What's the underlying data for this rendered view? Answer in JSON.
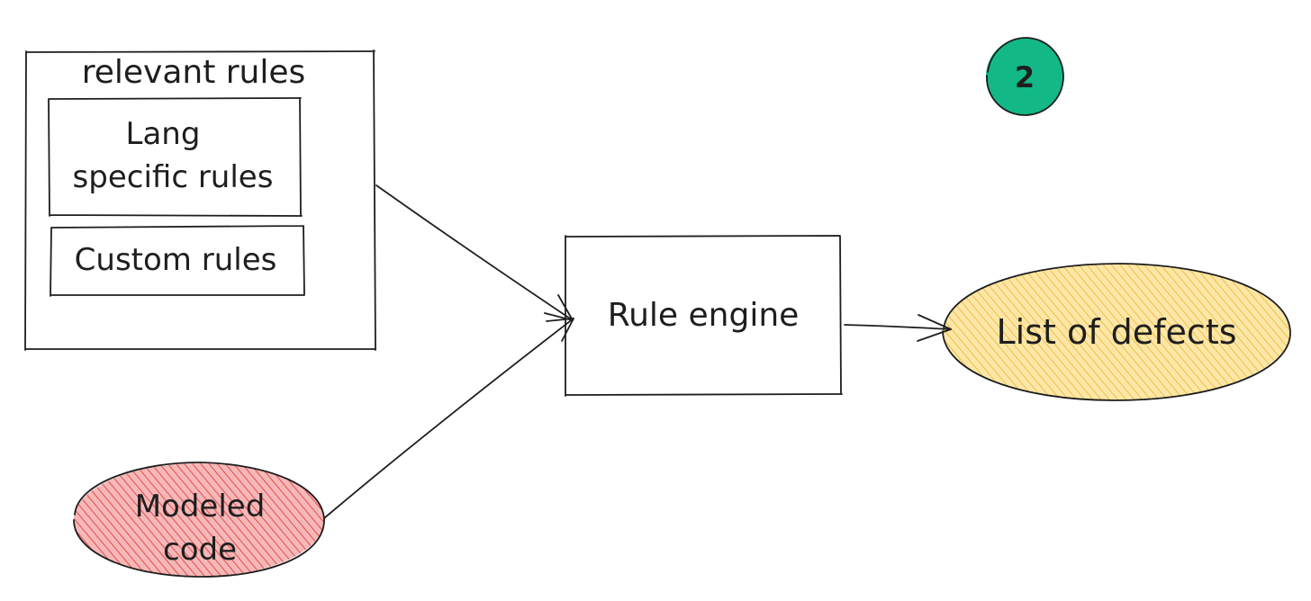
{
  "diagram": {
    "group": {
      "title": "relevant rules",
      "items": [
        {
          "label_lines": [
            "Lang",
            "specific rules"
          ]
        },
        {
          "label_lines": [
            "Custom rules"
          ]
        }
      ]
    },
    "engine": {
      "label": "Rule engine"
    },
    "input_code": {
      "label_lines": [
        "Modeled",
        "code"
      ],
      "fill_color": "#f5b8b8",
      "hatch_color": "#e03131"
    },
    "output": {
      "label": "List of defects",
      "fill_color": "#fce7a8",
      "hatch_color": "#f0b429"
    },
    "step_badge": {
      "number": "2",
      "color": "#12b886"
    }
  }
}
